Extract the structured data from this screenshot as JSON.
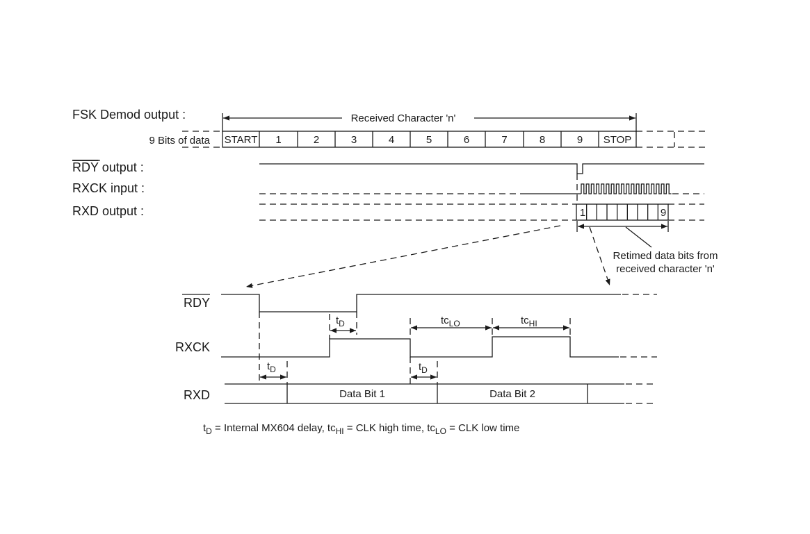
{
  "top": {
    "fsk_label": "FSK Demod output :",
    "received_label": "Received Character 'n'",
    "bits_label": "9 Bits of data",
    "bit_cells": [
      "START",
      "1",
      "2",
      "3",
      "4",
      "5",
      "6",
      "7",
      "8",
      "9",
      "STOP"
    ],
    "rdy_label": "RDY",
    "rdy_suffix": " output :",
    "rxck_label": "RXCK input :",
    "rxd_label": "RXD output :",
    "rxd_first_bit": "1",
    "rxd_last_bit": "9",
    "retimed_line1": "Retimed data bits from",
    "retimed_line2": "received character 'n'"
  },
  "detail": {
    "rdy_label": "RDY",
    "rxck_label": "RXCK",
    "rxd_label": "RXD",
    "t_main": "t",
    "t_sub_d": "D",
    "tc_main": "tc",
    "tc_sub_lo": "LO",
    "tc_sub_hi": "HI",
    "data_bit_1": "Data Bit 1",
    "data_bit_2": "Data Bit 2"
  },
  "footnote": {
    "t": "t",
    "t_sub": "D",
    "t_text": " = Internal MX604 delay,  tc",
    "hi_sub": "HI",
    "hi_text": " = CLK high time,  tc",
    "lo_sub": "LO",
    "lo_text": " = CLK low time"
  }
}
